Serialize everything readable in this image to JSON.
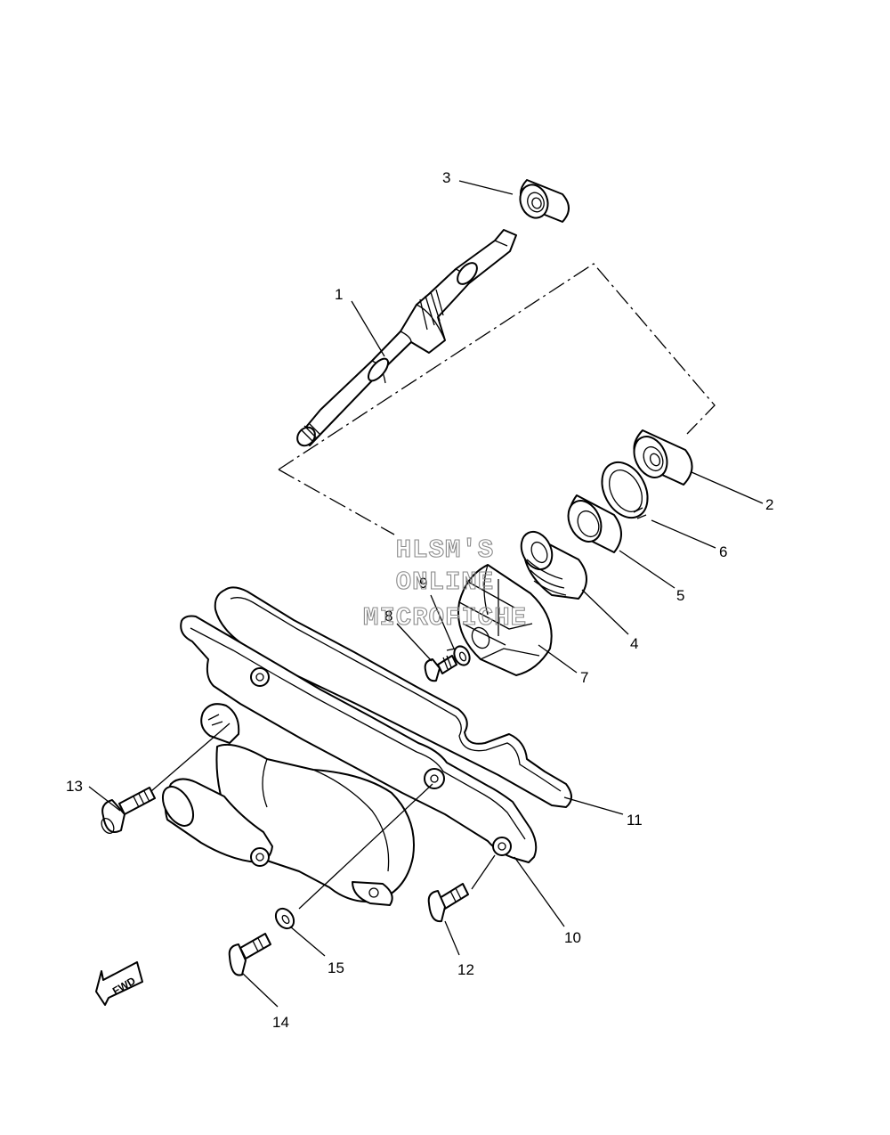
{
  "callouts": [
    "1",
    "2",
    "3",
    "4",
    "5",
    "6",
    "7",
    "8",
    "9",
    "10",
    "11",
    "12",
    "13",
    "14",
    "15"
  ],
  "watermark": [
    "HLSM'S",
    "ONLINE",
    "MICROFICHE"
  ],
  "direction_label": "FWD"
}
